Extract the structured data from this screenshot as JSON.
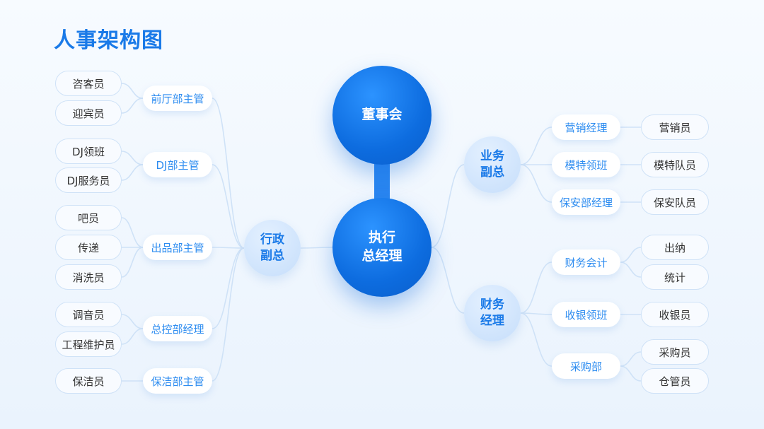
{
  "title": "人事架构图",
  "nodes": {
    "board": "董事会",
    "gm": "执行\n总经理",
    "admin_vp": "行政\n副总",
    "biz_vp": "业务\n副总",
    "finance_mgr": "财务\n经理",
    "front_hall": "前厅部主管",
    "dj_mgr": "DJ部主管",
    "output_mgr": "出品部主管",
    "control_mgr": "总控部经理",
    "cleaning_mgr": "保洁部主管",
    "reception": "咨客员",
    "greeter": "迎宾员",
    "dj_lead": "DJ领班",
    "dj_staff": "DJ服务员",
    "bar": "吧员",
    "runner": "传递",
    "washer": "消洗员",
    "sound": "调音员",
    "maint": "工程维护员",
    "cleaner": "保洁员",
    "marketing_mgr": "营销经理",
    "model_lead": "模特领班",
    "security_mgr": "保安部经理",
    "marketer": "营销员",
    "model_staff": "模特队员",
    "guard": "保安队员",
    "accountant": "财务会计",
    "cashier_lead": "收银领班",
    "purchasing": "采购部",
    "teller": "出纳",
    "stats": "统计",
    "cashier": "收银员",
    "buyer": "采购员",
    "storekeeper": "仓管员"
  }
}
